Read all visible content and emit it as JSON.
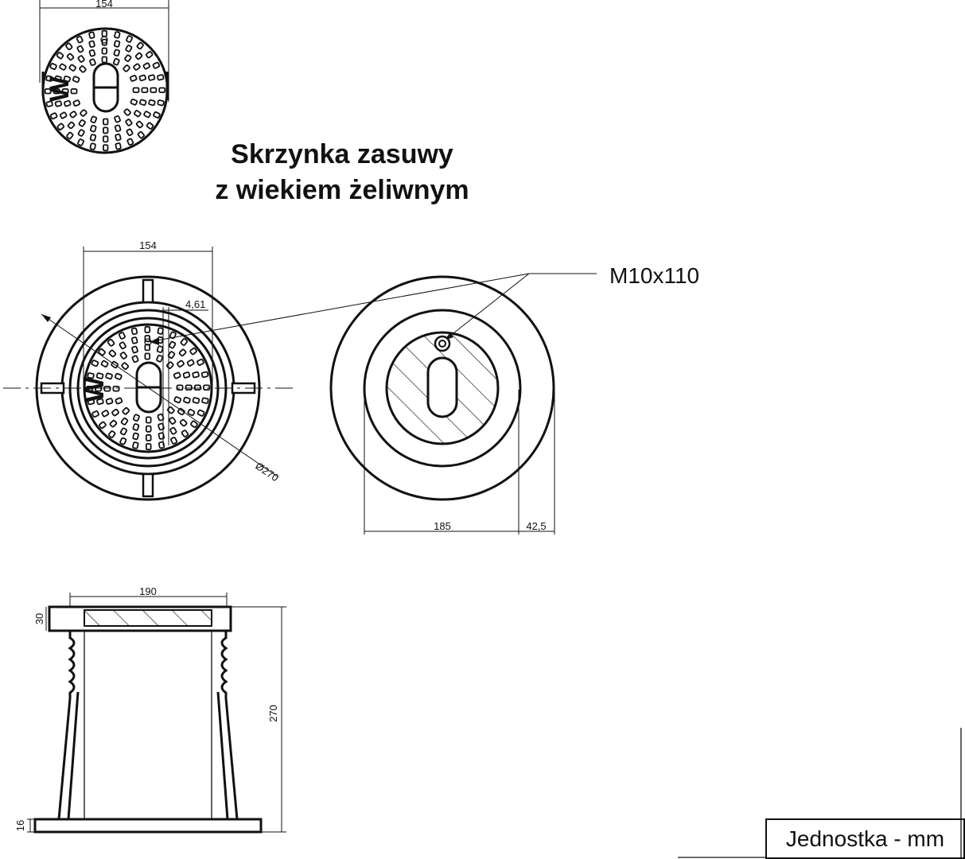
{
  "title": {
    "line1": "Skrzynka zasuwy",
    "line2": "z wiekiem żeliwnym"
  },
  "lid_detail": {
    "dim_width": "154",
    "letter": "W"
  },
  "top_view": {
    "dim_width": "154",
    "dim_offset": "4,61",
    "dim_diameter": "Ø270",
    "letter": "W"
  },
  "bolt_callout": "M10x110",
  "section_view": {
    "dim_width": "185",
    "dim_offset": "42,5"
  },
  "side_view": {
    "dim_top": "190",
    "dim_lid_height": "30",
    "dim_height": "270",
    "dim_base": "16"
  },
  "unit_label": "Jednostka - mm"
}
